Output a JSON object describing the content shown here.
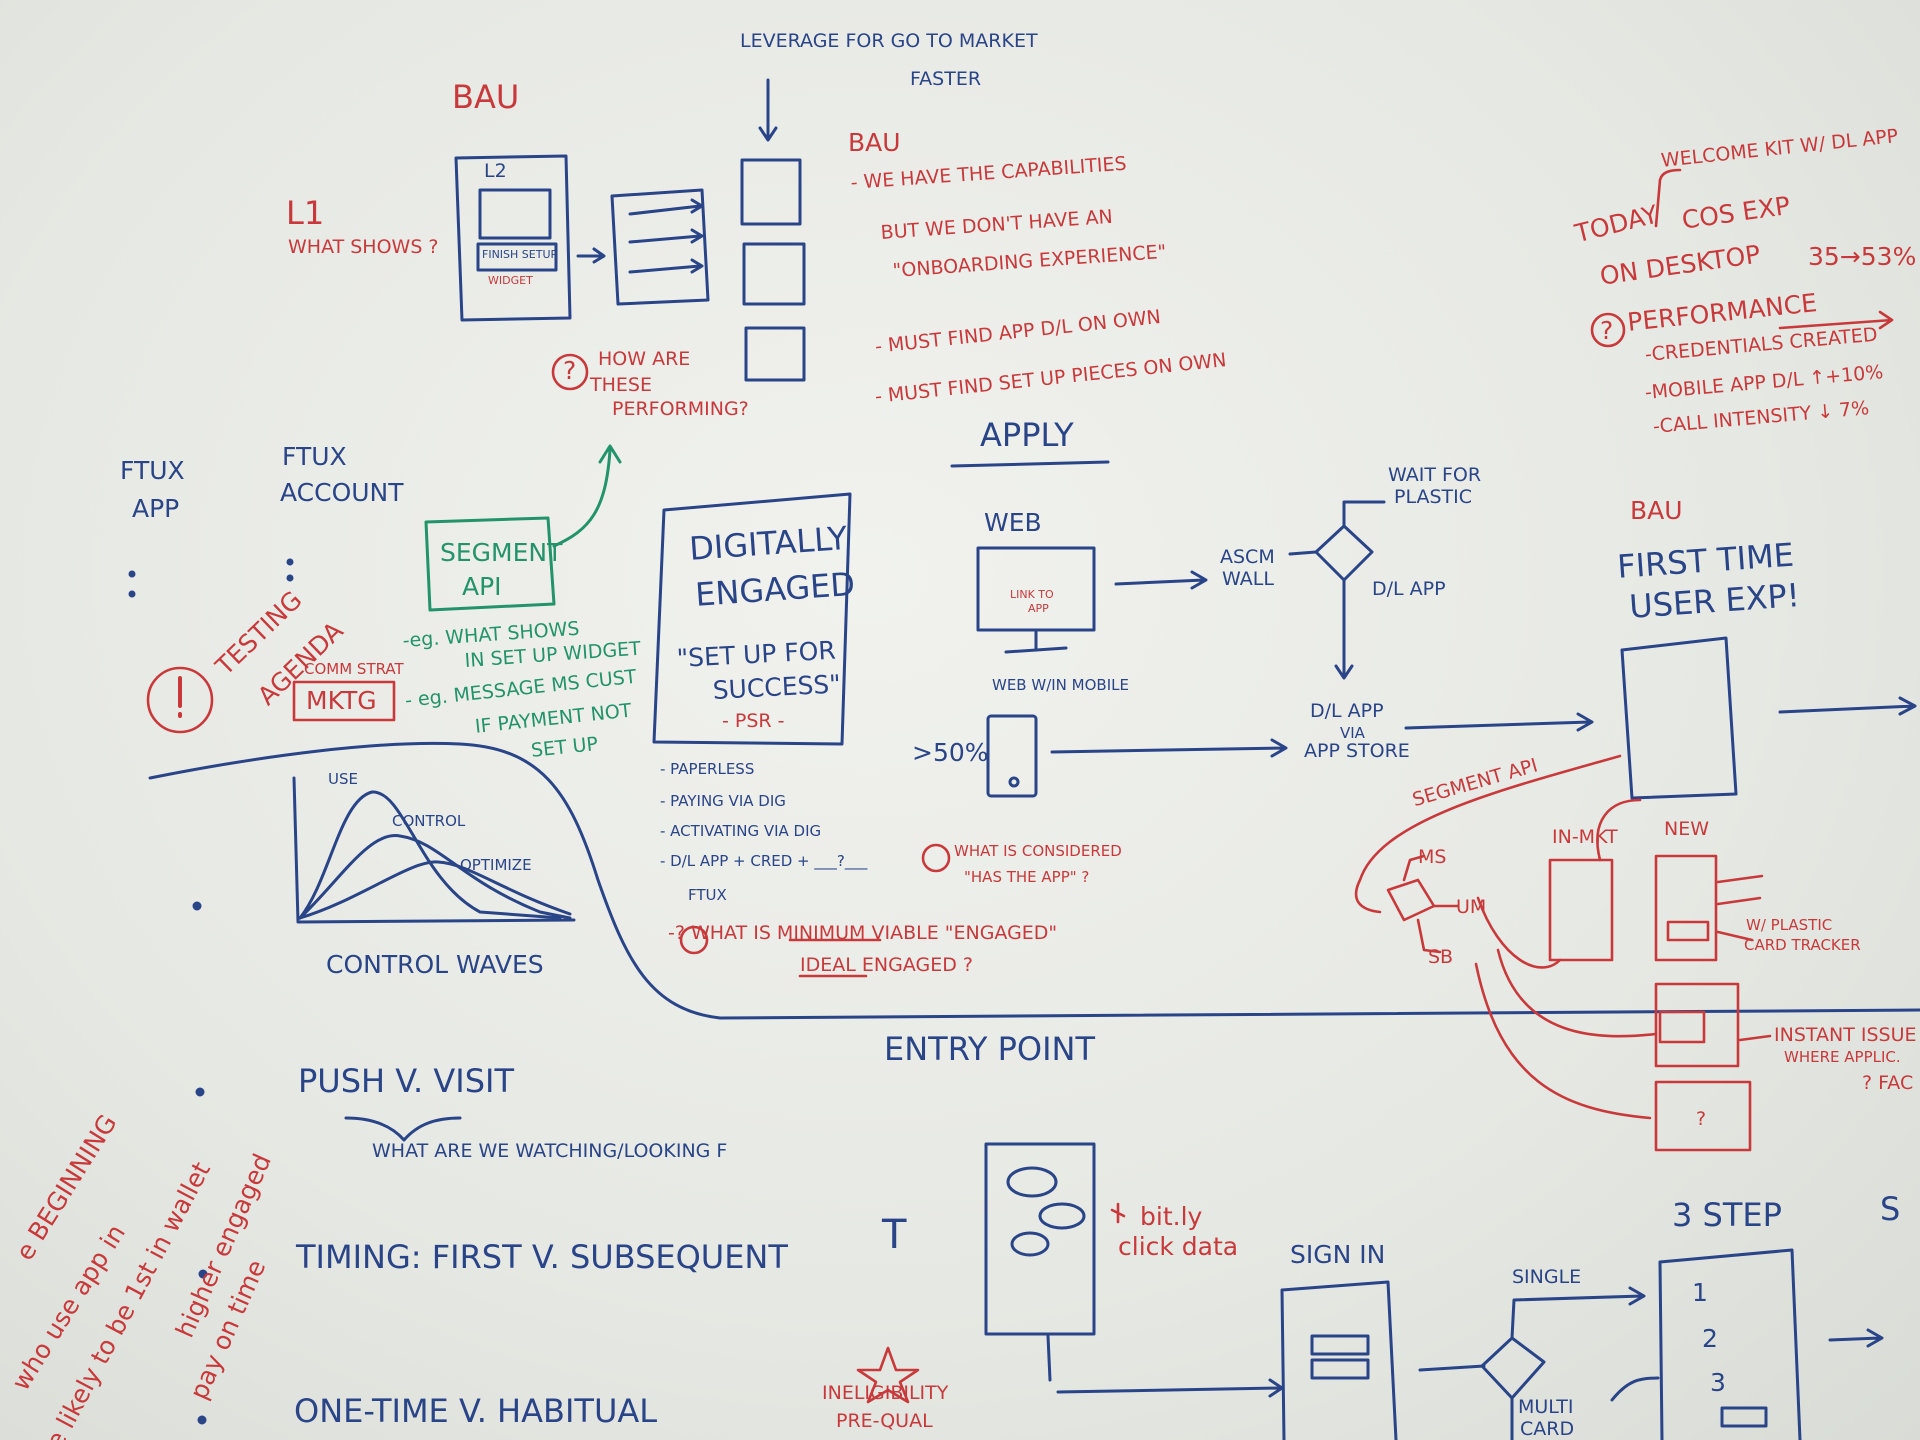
{
  "top": {
    "bau_left": "BAU",
    "leverage": "LEVERAGE FOR GO TO MARKET",
    "leverage_2": "FASTER",
    "l1": "L1",
    "what_shows": "WHAT SHOWS ?",
    "l2": "L2",
    "finish_setup": "FINISH SETUP",
    "widget": "WIDGET",
    "how_perf_1": "HOW ARE",
    "how_perf_2": "THESE",
    "how_perf_3": "PERFORMING?",
    "q": "?"
  },
  "bau_notes": {
    "title": "BAU",
    "lines": [
      "- WE HAVE THE CAPABILITIES",
      "BUT WE DON'T HAVE AN",
      "\"ONBOARDING EXPERIENCE\"",
      "- MUST FIND APP D/L ON OWN",
      "- MUST FIND SET UP PIECES ON OWN"
    ]
  },
  "today": {
    "welcome": "WELCOME KIT W/ DL APP",
    "today": "TODAY",
    "cos_exp": "COS EXP",
    "on_desktop": "ON DESKTOP",
    "pct": "35→53%",
    "performance": "PERFORMANCE",
    "lines": [
      "-CREDENTIALS CREATED",
      "-MOBILE APP D/L ↑+10%",
      "-CALL INTENSITY ↓ 7%"
    ]
  },
  "left": {
    "ftux_app_1": "FTUX",
    "ftux_app_2": "APP",
    "ftux_acct_1": "FTUX",
    "ftux_acct_2": "ACCOUNT",
    "segment_1": "SEGMENT",
    "segment_2": "API",
    "testing": "TESTING",
    "agenda": "AGENDA",
    "comm_strat": "COMM STRAT",
    "mktg": "MKTG",
    "eg1_a": "-eg. WHAT SHOWS",
    "eg1_b": "IN SET UP WIDGET",
    "eg2_a": "- eg. MESSAGE MS CUST",
    "eg2_b": "IF PAYMENT NOT",
    "eg2_c": "SET UP"
  },
  "engaged": {
    "title_1": "DIGITALLY",
    "title_2": "ENGAGED",
    "quote_1": "\"SET UP FOR",
    "quote_2": "SUCCESS\"",
    "psr": "- PSR -",
    "list": [
      "- PAPERLESS",
      "- PAYING VIA DIG",
      "- ACTIVATING VIA DIG",
      "- D/L APP + CRED + ___?___",
      "FTUX"
    ],
    "q_has_app_1": "WHAT IS CONSIDERED",
    "q_has_app_2": "\"HAS THE APP\" ?",
    "q_min_1": "-? WHAT IS MINIMUM VIABLE \"ENGAGED\"",
    "q_min_2": "IDEAL ENGAGED ?"
  },
  "chart": {
    "use": "USE",
    "control": "CONTROL",
    "optimize": "OPTIMIZE",
    "caption": "CONTROL WAVES"
  },
  "apply": {
    "title": "APPLY",
    "web": "WEB",
    "link_to_app_1": "LINK TO",
    "link_to_app_2": "APP",
    "ascm_1": "ASCM",
    "ascm_2": "WALL",
    "wait_1": "WAIT FOR",
    "wait_2": "PLASTIC",
    "dl_app": "D/L APP",
    "web_mobile": "WEB W/IN MOBILE",
    "gt50": ">50%",
    "dl_store_1": "D/L APP",
    "dl_store_2": "VIA",
    "dl_store_3": "APP STORE"
  },
  "ftue": {
    "bau": "BAU",
    "first_1": "FIRST TIME",
    "first_2": "USER EXP!",
    "segment": "SEGMENT API",
    "ms": "MS",
    "um": "UM",
    "sb": "SB",
    "in_mkt": "IN-MKT",
    "new": "NEW",
    "plastic_1": "W/ PLASTIC",
    "plastic_2": "CARD TRACKER",
    "instant_1": "INSTANT ISSUE",
    "instant_2": "WHERE APPLIC.",
    "facts": "? FAC",
    "q": "?"
  },
  "bottom": {
    "entry_point": "ENTRY POINT",
    "push": "PUSH  V.  VISIT",
    "watching": "WHAT ARE WE WATCHING/LOOKING F",
    "timing": "TIMING:  FIRST  V.  SUBSEQUENT",
    "onetime": "ONE-TIME  V.  HABITUAL",
    "t": "T",
    "bitly_1": "bit.ly",
    "bitly_2": "click data",
    "ineligible_1": "INELIGIBILITY",
    "ineligible_2": "PRE-QUAL",
    "signin": "SIGN IN",
    "single": "SINGLE",
    "multi_1": "MULTI",
    "multi_2": "CARD",
    "three_step": "3 STEP",
    "s": "S",
    "steps": [
      "1",
      "2",
      "3"
    ]
  },
  "side": {
    "l1": "e BEGINNING",
    "l2": "who use app in",
    "l3": "e likely to be 1st in wallet",
    "l4": "higher engaged",
    "l5": "pay on time"
  }
}
